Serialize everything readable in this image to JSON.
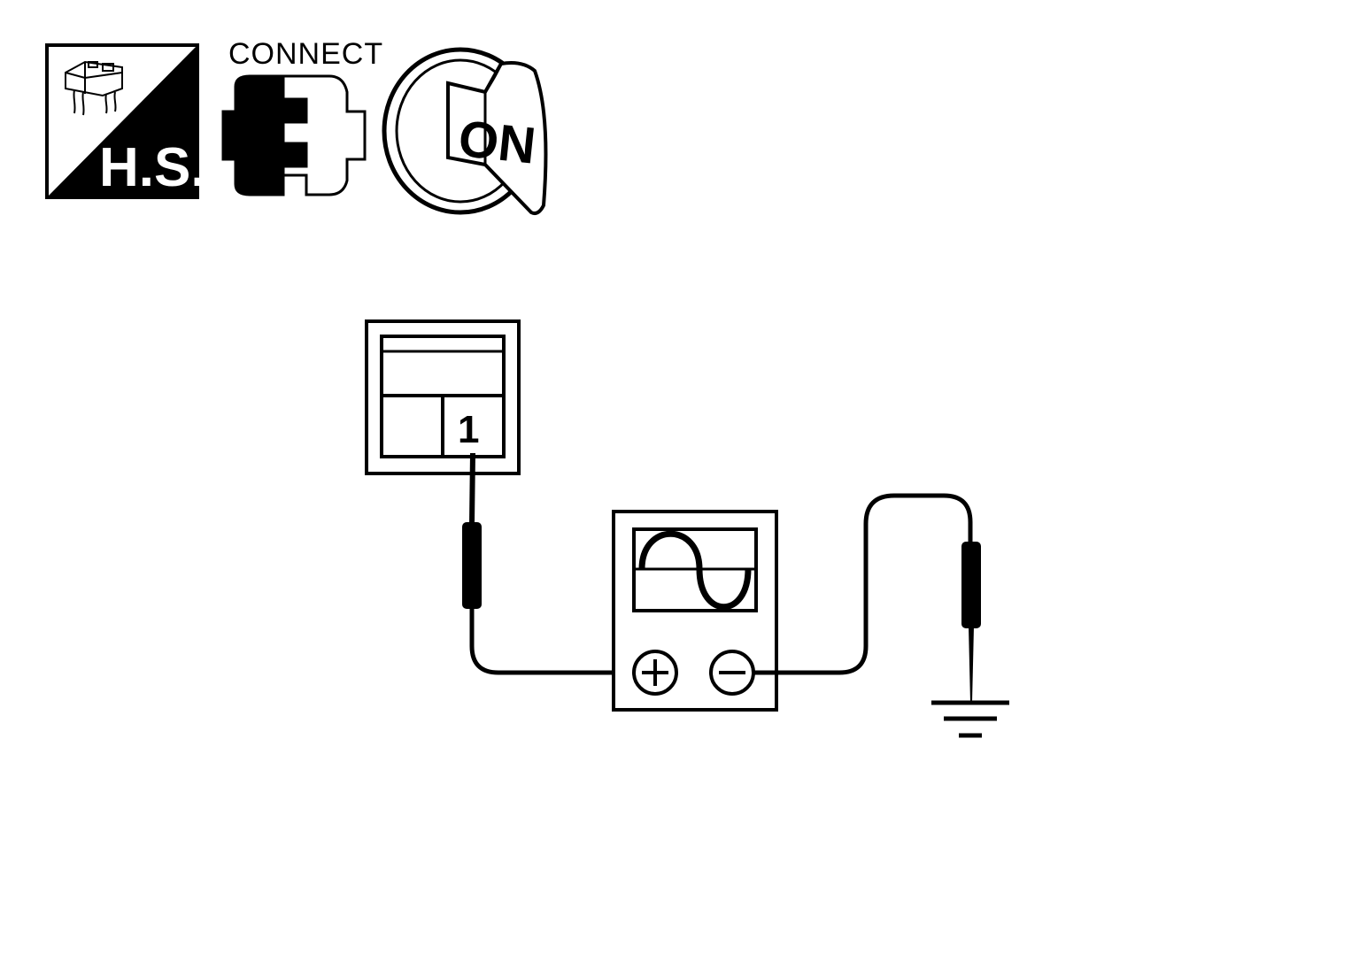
{
  "icons": {
    "harness_side_label": "H.S.",
    "connect_label": "CONNECT",
    "ignition_label": "ON"
  },
  "connector": {
    "pin_label": "1"
  },
  "oscilloscope": {
    "positive_terminal": "+",
    "negative_terminal": "−"
  },
  "colors": {
    "line": "#000000",
    "background": "#ffffff"
  }
}
